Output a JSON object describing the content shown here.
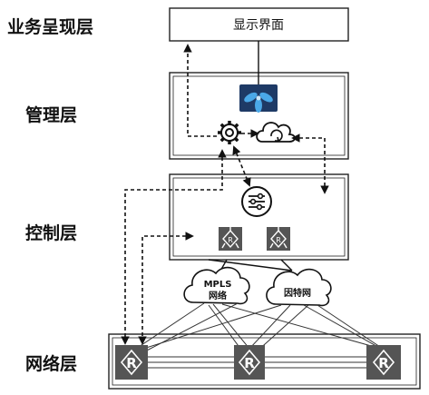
{
  "layers": {
    "service": "业务呈现层",
    "management": "管理层",
    "control": "控制层",
    "network": "网络层"
  },
  "display_box": "显示界面",
  "clouds": {
    "mpls_line1": "MPLS",
    "mpls_line2": "网络",
    "internet": "因特网"
  },
  "router_glyph": "R",
  "colors": {
    "router": "#555555",
    "app_tile": "#1e3a66",
    "app_fan": "#4aa8e8",
    "line": "#111111"
  }
}
